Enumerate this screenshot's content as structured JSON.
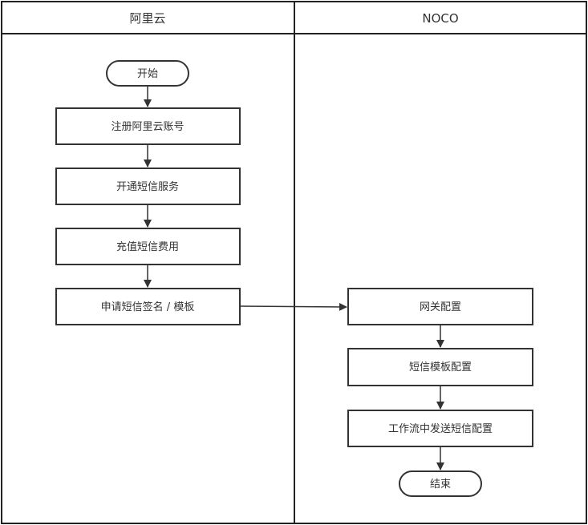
{
  "lanes": [
    {
      "id": "aliyun",
      "title": "阿里云"
    },
    {
      "id": "noco",
      "title": "NOCO"
    }
  ],
  "nodes": [
    {
      "id": "start",
      "label": "开始",
      "shape": "terminator"
    },
    {
      "id": "register",
      "label": "注册阿里云账号",
      "shape": "process"
    },
    {
      "id": "enable-sms",
      "label": "开通短信服务",
      "shape": "process"
    },
    {
      "id": "recharge",
      "label": "充值短信费用",
      "shape": "process"
    },
    {
      "id": "apply-signature",
      "label": "申请短信签名 / 模板",
      "shape": "process"
    },
    {
      "id": "gateway-config",
      "label": "网关配置",
      "shape": "process"
    },
    {
      "id": "sms-template-config",
      "label": "短信模板配置",
      "shape": "process"
    },
    {
      "id": "workflow-sms-config",
      "label": "工作流中发送短信配置",
      "shape": "process"
    },
    {
      "id": "end",
      "label": "结束",
      "shape": "terminator"
    }
  ],
  "edges": [
    {
      "from": "start",
      "to": "register"
    },
    {
      "from": "register",
      "to": "enable-sms"
    },
    {
      "from": "enable-sms",
      "to": "recharge"
    },
    {
      "from": "recharge",
      "to": "apply-signature"
    },
    {
      "from": "apply-signature",
      "to": "gateway-config"
    },
    {
      "from": "gateway-config",
      "to": "sms-template-config"
    },
    {
      "from": "sms-template-config",
      "to": "workflow-sms-config"
    },
    {
      "from": "workflow-sms-config",
      "to": "end"
    }
  ],
  "colors": {
    "stroke": "#333333",
    "fill": "#ffffff",
    "text": "#333333"
  }
}
